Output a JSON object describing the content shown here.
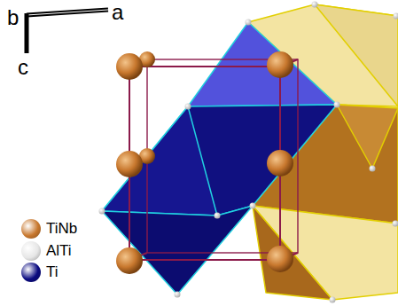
{
  "diagram": {
    "labels": [
      "b",
      "a",
      "c"
    ],
    "legend": [
      {
        "text": "TiNb",
        "color": "#c8782e"
      },
      {
        "text": "AlTi",
        "color": "#e6e6e6"
      },
      {
        "text": "Ti",
        "color": "#0a0a80"
      }
    ]
  }
}
